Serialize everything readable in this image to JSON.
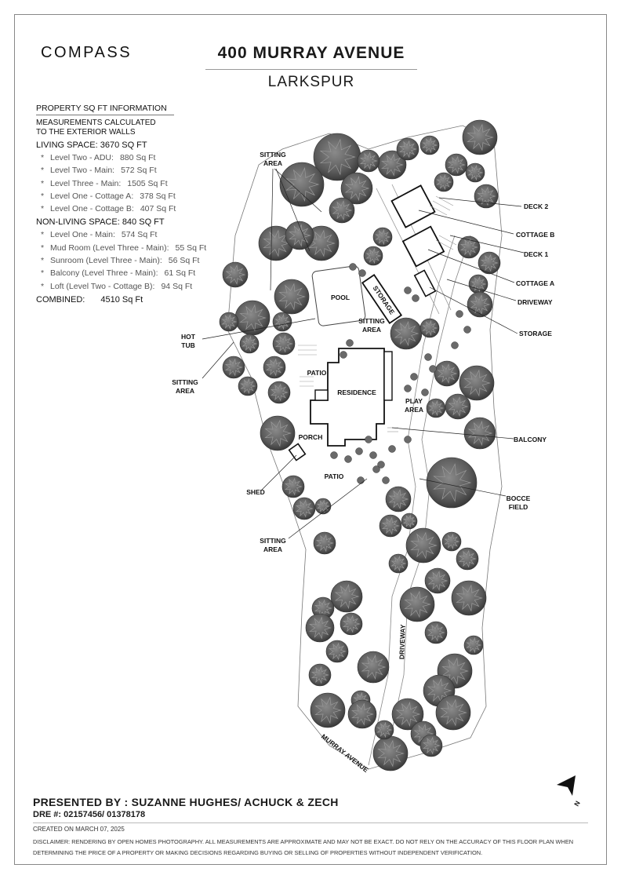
{
  "brand": "COMPASS",
  "title": "400 MURRAY AVENUE",
  "subtitle": "LARKSPUR",
  "sqft": {
    "heading": "PROPERTY SQ FT INFORMATION",
    "note_line1": "MEASUREMENTS CALCULATED",
    "note_line2": "TO THE EXTERIOR WALLS",
    "living_heading": "LIVING SPACE: 3670 SQ FT",
    "living": [
      {
        "label": "Level Two - ADU:",
        "value": "880 Sq Ft"
      },
      {
        "label": "Level Two - Main:",
        "value": "572 Sq Ft"
      },
      {
        "label": "Level Three - Main:",
        "value": "1505 Sq Ft"
      },
      {
        "label": "Level One - Cottage A:",
        "value": "378 Sq Ft"
      },
      {
        "label": "Level One - Cottage B:",
        "value": "407 Sq Ft"
      }
    ],
    "nonliving_heading": "NON-LIVING SPACE: 840 SQ FT",
    "nonliving": [
      {
        "label": "Level One - Main:",
        "value": "574 Sq Ft"
      },
      {
        "label": "Mud Room (Level Three - Main):",
        "value": "55 Sq Ft"
      },
      {
        "label": "Sunroom (Level Three - Main):",
        "value": "56 Sq Ft"
      },
      {
        "label": "Balcony (Level Three - Main):",
        "value": "61 Sq Ft"
      },
      {
        "label": "Loft (Level Two - Cottage B):",
        "value": "94 Sq Ft"
      }
    ],
    "combined_label": "COMBINED:",
    "combined_value": "4510  Sq Ft"
  },
  "map_labels": {
    "sitting_area": "SITTING",
    "area": "AREA",
    "deck2": "DECK 2",
    "cottage_b": "COTTAGE B",
    "deck1": "DECK 1",
    "cottage_a": "COTTAGE A",
    "driveway": "DRIVEWAY",
    "storage": "STORAGE",
    "pool": "POOL",
    "hot": "HOT",
    "tub": "TUB",
    "patio": "PATIO",
    "residence": "RESIDENCE",
    "play": "PLAY",
    "balcony": "BALCONY",
    "porch": "PORCH",
    "shed": "SHED",
    "bocce": "BOCCE",
    "field": "FIELD",
    "murray_avenue": "MURRAY AVENUE",
    "north": "N"
  },
  "footer": {
    "presented": "PRESENTED BY : SUZANNE HUGHES/ ACHUCK & ZECH",
    "dre": "DRE #: 02157456/ 01378178",
    "created": "CREATED ON MARCH 07, 2025",
    "disclaimer": "DISCLAIMER: RENDERING BY OPEN HOMES PHOTOGRAPHY. ALL MEASUREMENTS ARE APPROXIMATE AND MAY NOT BE EXACT. DO NOT RELY ON THE ACCURACY OF THIS FLOOR PLAN WHEN DETERMINING THE PRICE OF A PROPERTY OR MAKING DECISIONS REGARDING BUYING OR SELLING OF PROPERTIES WITHOUT INDEPENDENT VERIFICATION."
  }
}
